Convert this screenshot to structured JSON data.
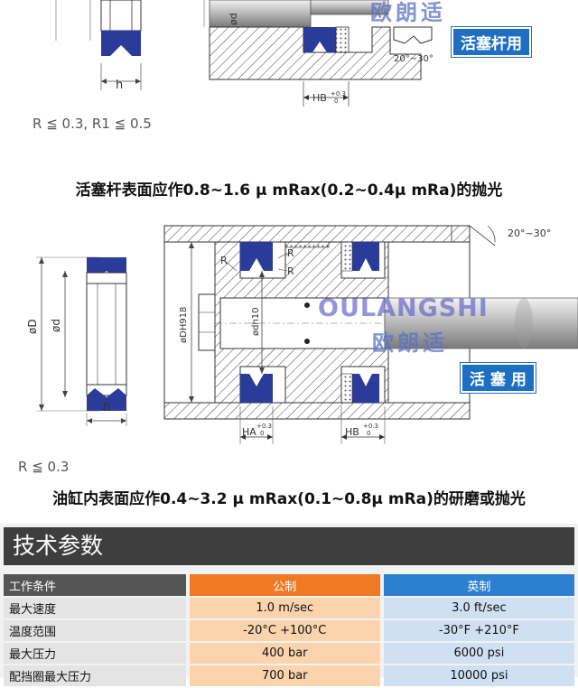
{
  "rod": {
    "r_note": "R ≦ 0.3, R1 ≦ 0.5",
    "caption": "活塞杆表面应作0.8~1.6 μ mRax(0.2~0.4μ mRa)的抛光",
    "tag": "活塞杆用",
    "brand_cn": "欧朗适",
    "labels": {
      "h": "h",
      "hb": "HB",
      "hb_tol_top": "+0.3",
      "hb_tol_bot": "0",
      "angle": "20°~30°",
      "d": "ød"
    }
  },
  "piston": {
    "r_note": "R ≦ 0.3",
    "caption": "油缸内表面应作0.4~3.2 μ mRax(0.1~0.8μ mRa)的研磨或抛光",
    "tag": "活 塞 用",
    "brand_en": "OULANGSHI",
    "brand_cn": "欧朗适",
    "labels": {
      "od": "øD",
      "id": "ød",
      "h": "h",
      "angle": "20°~30°",
      "dh": "øDH918",
      "dh10": "ødh10",
      "r": "R",
      "ha": "HA",
      "hb": "HB",
      "tol_top": "+0.3",
      "tol_bot": "0"
    }
  },
  "specs": {
    "title": "技术参数",
    "headers": [
      "工作条件",
      "公制",
      "英制"
    ],
    "rows": [
      [
        "最大速度",
        "1.0 m/sec",
        "3.0 ft/sec"
      ],
      [
        "温度范围",
        "-20°C +100°C",
        "-30°F +210°F"
      ],
      [
        "最大压力",
        "400 bar",
        "6000 psi"
      ],
      [
        "配挡圈最大压力",
        "700 bar",
        "10000 psi"
      ]
    ]
  },
  "colors": {
    "seal_blue": "#2a3b9a",
    "tag_blue": "#1e6fc4",
    "metric_orange": "#f07a22",
    "imperial_blue": "#2d7fd0"
  }
}
